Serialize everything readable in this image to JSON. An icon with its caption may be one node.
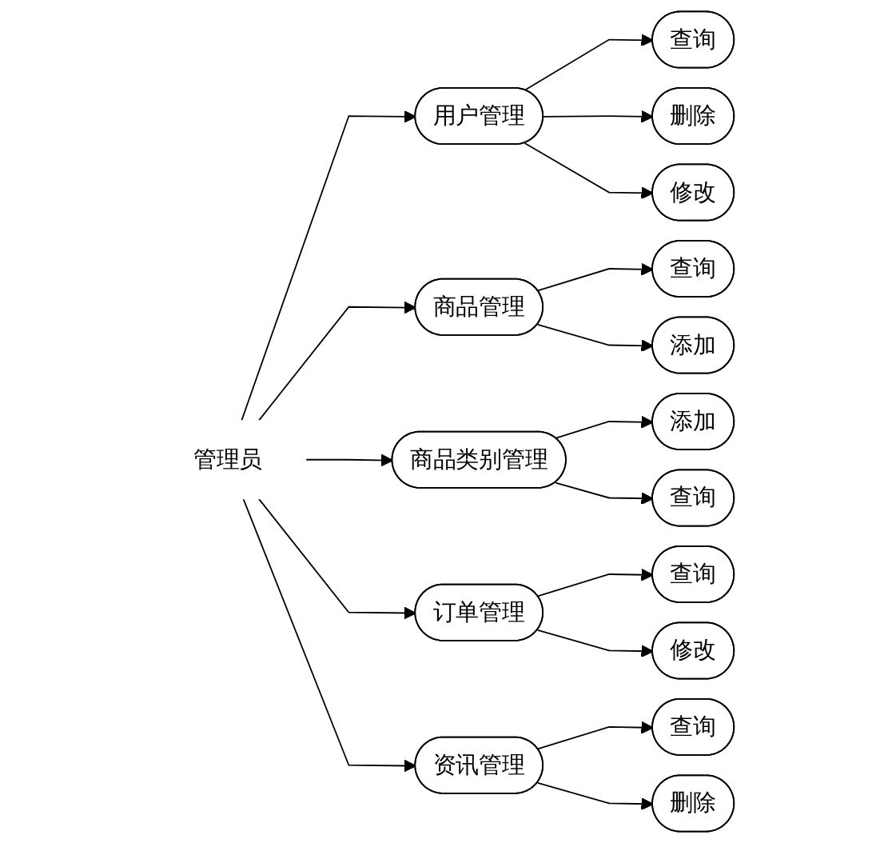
{
  "diagram": {
    "nodes": [
      {
        "text": [
          "管理员"
        ]
      },
      {
        "text": [
          "用户管理"
        ]
      },
      {
        "text": [
          "查询"
        ]
      },
      {
        "text": [
          "删除"
        ]
      },
      {
        "text": [
          "修改"
        ]
      },
      {
        "text": [
          "商品管理"
        ]
      },
      {
        "text": [
          "查询"
        ]
      },
      {
        "text": [
          "添加"
        ]
      },
      {
        "text": [
          "商品类别管理"
        ]
      },
      {
        "text": [
          "添加"
        ]
      },
      {
        "text": [
          "查询"
        ]
      },
      {
        "text": [
          "订单管理"
        ]
      },
      {
        "text": [
          "查询"
        ]
      },
      {
        "text": [
          "修改"
        ]
      },
      {
        "text": [
          "资讯管理"
        ]
      },
      {
        "text": [
          "查询"
        ]
      },
      {
        "text": [
          "删除"
        ]
      }
    ],
    "edges": [
      {
        "from": 0,
        "to": 1,
        "arrow": "to"
      },
      {
        "from": 0,
        "to": 5,
        "arrow": "to"
      },
      {
        "from": 0,
        "to": 8,
        "arrow": "to"
      },
      {
        "from": 0,
        "to": 11,
        "arrow": "to"
      },
      {
        "from": 0,
        "to": 14,
        "arrow": "to"
      },
      {
        "from": 1,
        "to": 2,
        "arrow": "to"
      },
      {
        "from": 1,
        "to": 3,
        "arrow": "to"
      },
      {
        "from": 1,
        "to": 4,
        "arrow": "to"
      },
      {
        "from": 5,
        "to": 6,
        "arrow": "to"
      },
      {
        "from": 5,
        "to": 7,
        "arrow": "to"
      },
      {
        "from": 8,
        "to": 9,
        "arrow": "to"
      },
      {
        "from": 8,
        "to": 10,
        "arrow": "to"
      },
      {
        "from": 11,
        "to": 12,
        "arrow": "to"
      },
      {
        "from": 11,
        "to": 13,
        "arrow": "to"
      },
      {
        "from": 14,
        "to": 15,
        "arrow": "to"
      },
      {
        "from": 14,
        "to": 16,
        "arrow": "to"
      }
    ]
  }
}
